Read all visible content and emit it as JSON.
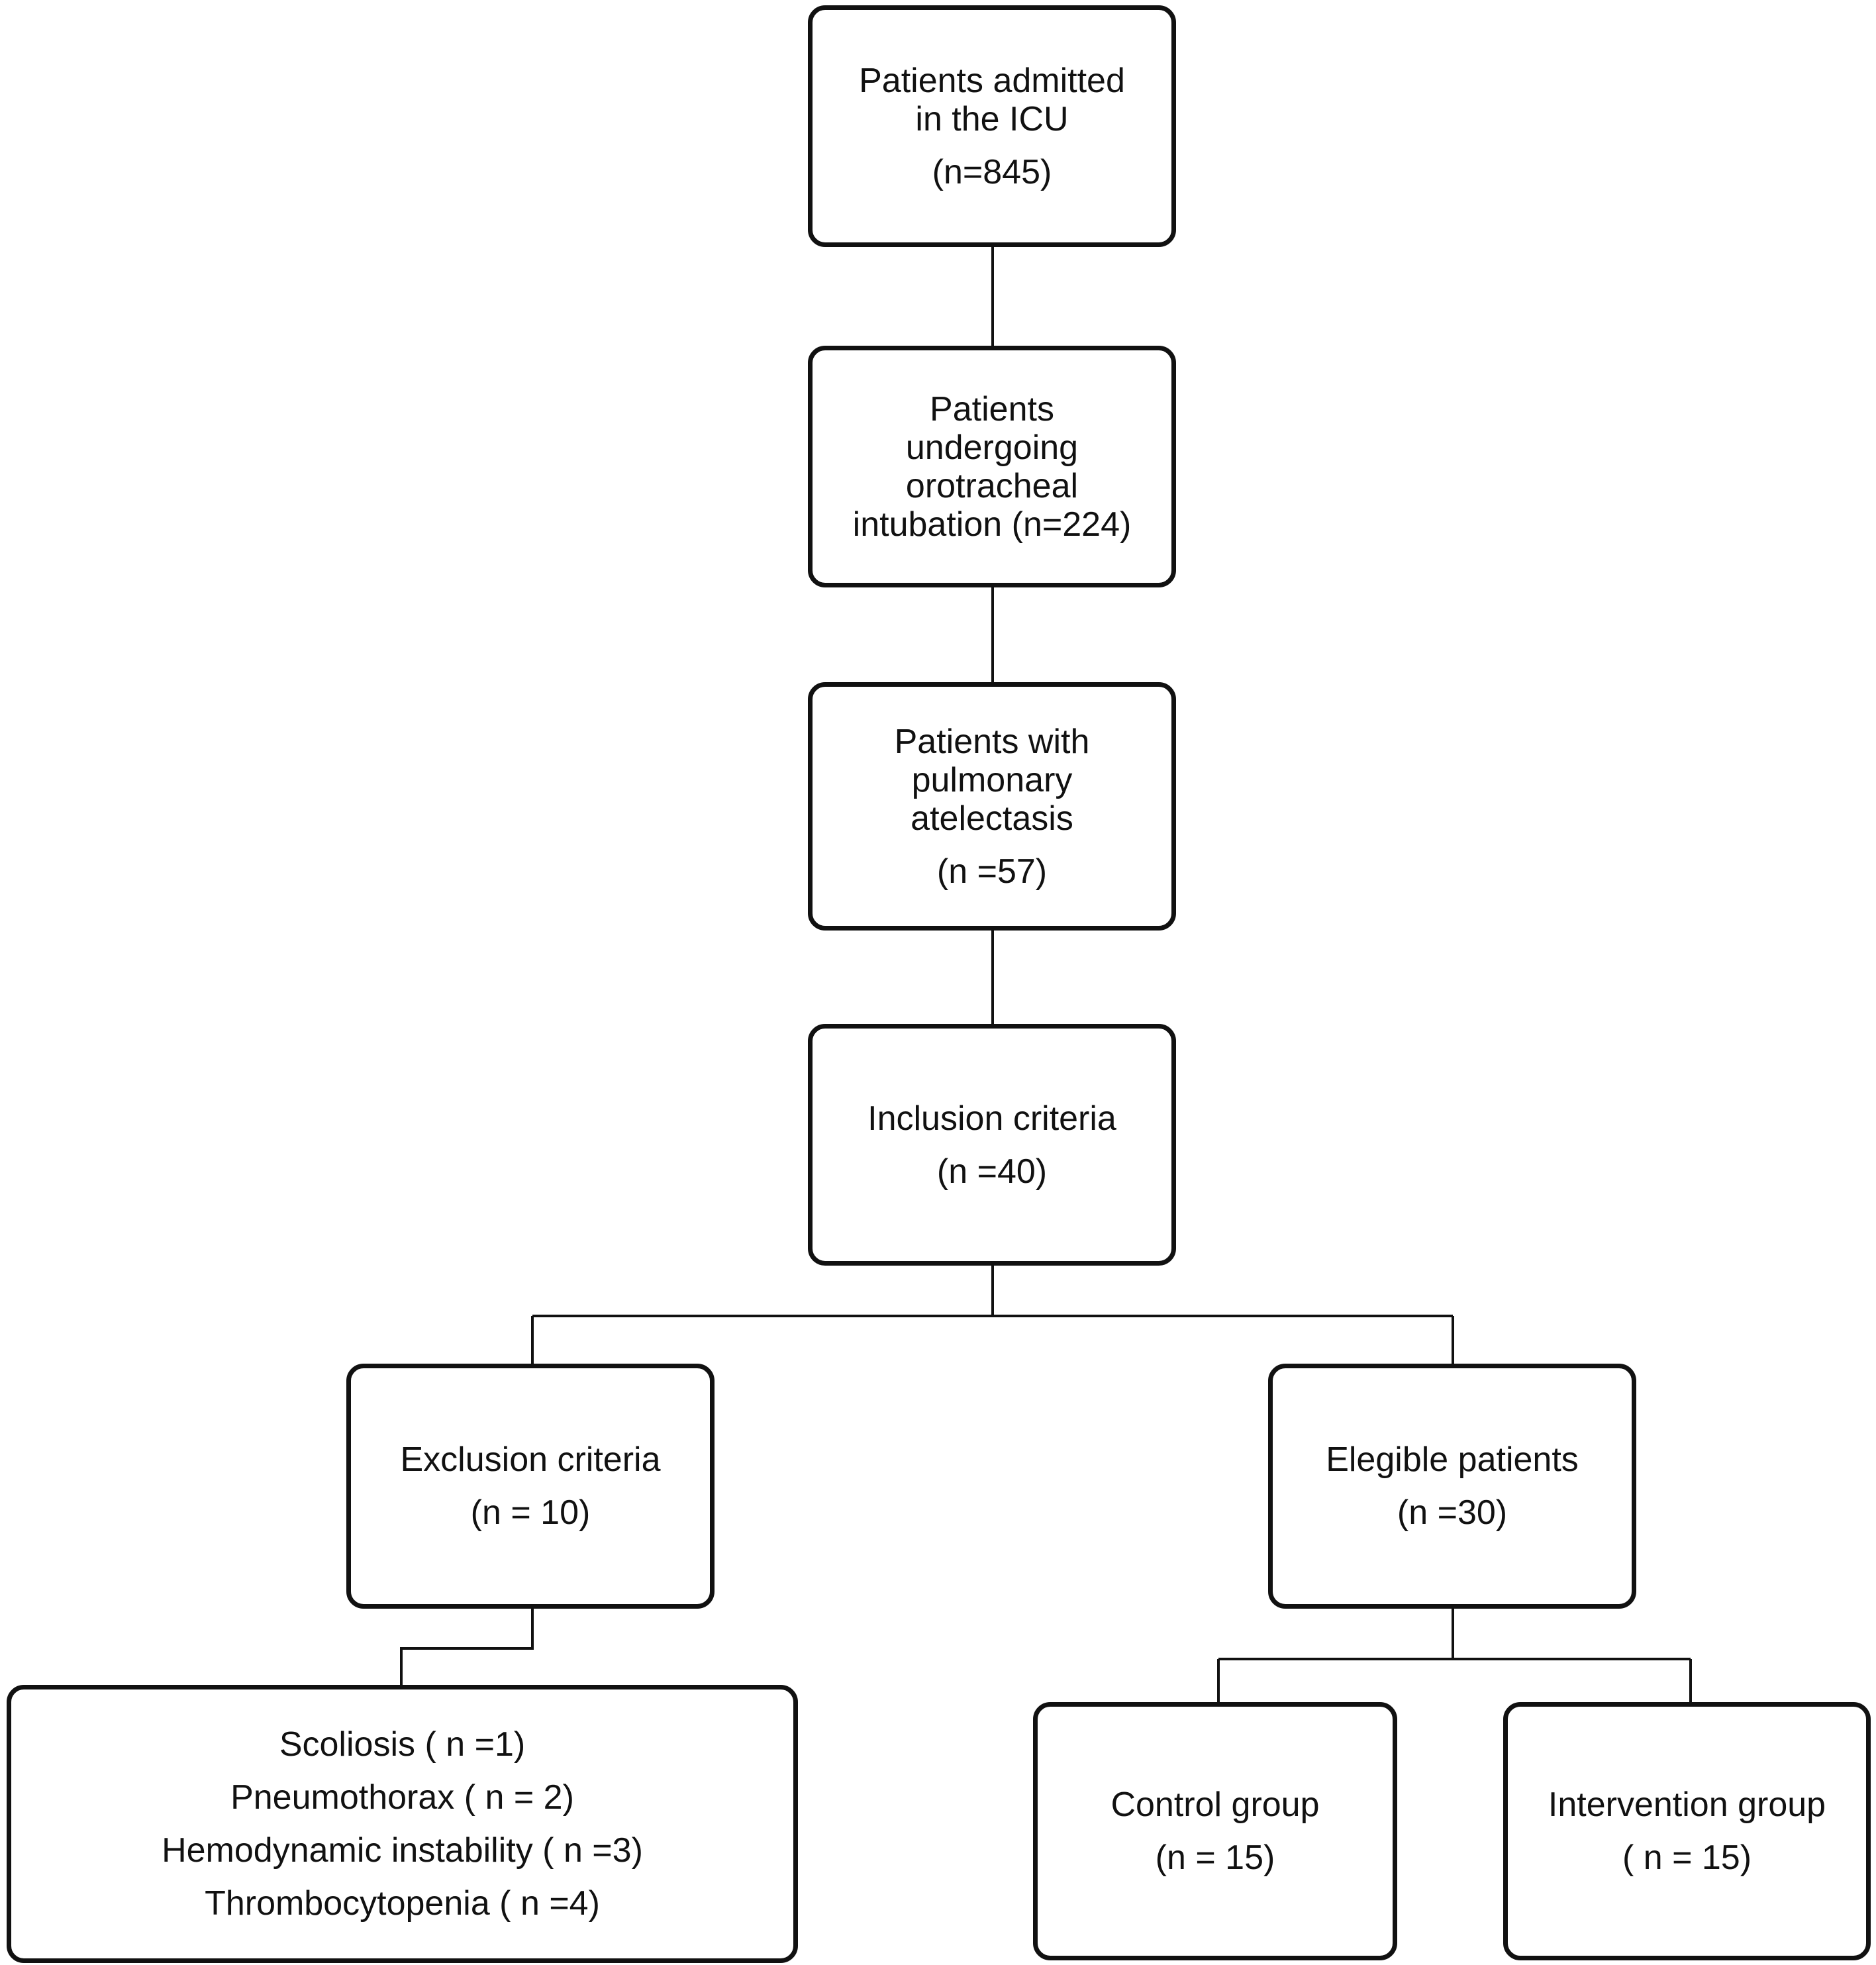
{
  "boxes": {
    "admitted": {
      "lines": [
        "Patients admitted",
        "in the ICU"
      ],
      "count": "(n=845)"
    },
    "intubation": {
      "lines": [
        "Patients",
        "undergoing",
        "orotracheal",
        "intubation (n=224)"
      ]
    },
    "atelectasis": {
      "lines": [
        "Patients with",
        "pulmonary",
        "atelectasis"
      ],
      "count": "(n =57)"
    },
    "inclusion": {
      "title": "Inclusion criteria",
      "count": "(n =40)"
    },
    "exclusion": {
      "title": "Exclusion criteria",
      "count": "(n = 10)"
    },
    "eligible": {
      "title": "Elegible patients",
      "count": "(n =30)"
    },
    "reasons": {
      "items": [
        "Scoliosis ( n =1)",
        "Pneumothorax ( n = 2)",
        "Hemodynamic instability ( n =3)",
        "Thrombocytopenia ( n =4)"
      ]
    },
    "control": {
      "title": "Control group",
      "count": "(n = 15)"
    },
    "intervention": {
      "title": "Intervention group",
      "count": "( n = 15)"
    }
  },
  "colors": {
    "stroke": "#111111",
    "background": "#ffffff"
  }
}
